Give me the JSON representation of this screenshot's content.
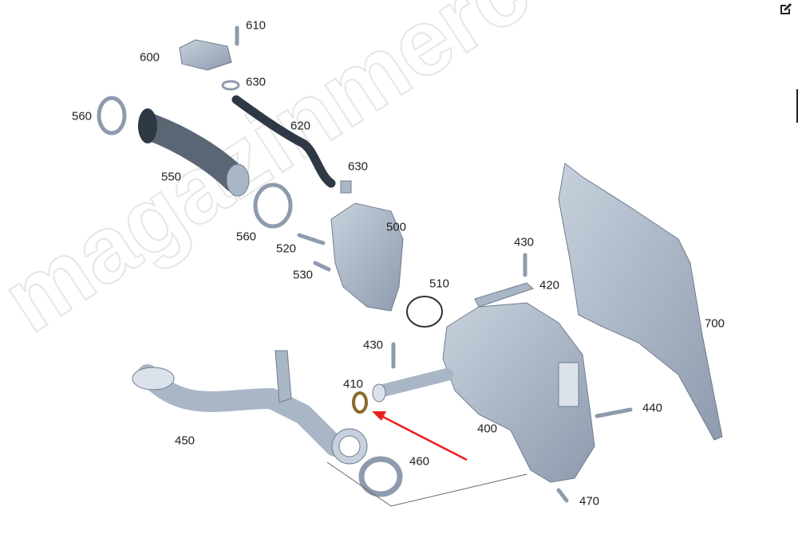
{
  "watermark": "magazinmercedes.ru",
  "labels": {
    "l610": "610",
    "l600": "600",
    "l630a": "630",
    "l560a": "560",
    "l620": "620",
    "l630b": "630",
    "l550": "550",
    "l500": "500",
    "l560b": "560",
    "l430a": "430",
    "l520": "520",
    "l530": "530",
    "l420": "420",
    "l510": "510",
    "l700": "700",
    "l430b": "430",
    "l410": "410",
    "l400": "400",
    "l440": "440",
    "l450": "450",
    "l460": "460",
    "l470": "470"
  },
  "colors": {
    "part": "#a9b6c6",
    "part_dark": "#7d8a9b",
    "arrow": "#e8211d",
    "seal": "#8a6a2a"
  },
  "toolbar": {
    "edit_icon": "edit-icon"
  }
}
